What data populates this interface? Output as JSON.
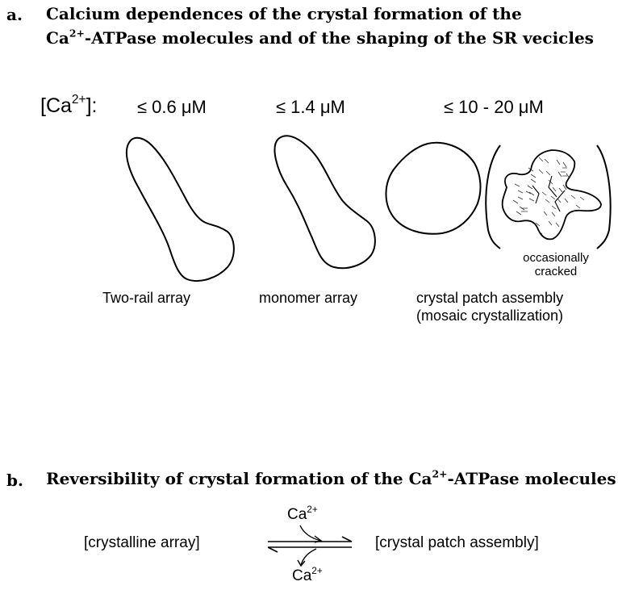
{
  "section_a": {
    "label": "a.",
    "title_line1": "Calcium dependences of the crystal formation of the",
    "title_line2_pre": "Ca",
    "title_line2_sup": "2+",
    "title_line2_post": "-ATPase molecules and of the shaping of the SR vecicles",
    "ca_label_pre": "[Ca",
    "ca_label_sup": "2+",
    "ca_label_post": "]:",
    "concentrations": [
      "≤ 0.6 μM",
      "≤ 1.4 μM",
      "≤ 10 - 20 μM"
    ],
    "captions": {
      "first": "Two-rail array",
      "second": "monomer array",
      "third_line1": "crystal patch assembly",
      "third_line2": "(mosaic crystallization)"
    },
    "inset_note_line1": "occasionally",
    "inset_note_line2": "cracked"
  },
  "section_b": {
    "label": "b.",
    "title_pre": "Reversibility of crystal formation of the Ca",
    "title_sup": "2+",
    "title_post": "-ATPase molecules",
    "left_term": "[crystalline array]",
    "right_term": "[crystal patch assembly]",
    "top_ion_base": "Ca",
    "top_ion_sup": "2+",
    "bottom_ion_base": "Ca",
    "bottom_ion_sup": "2+"
  }
}
